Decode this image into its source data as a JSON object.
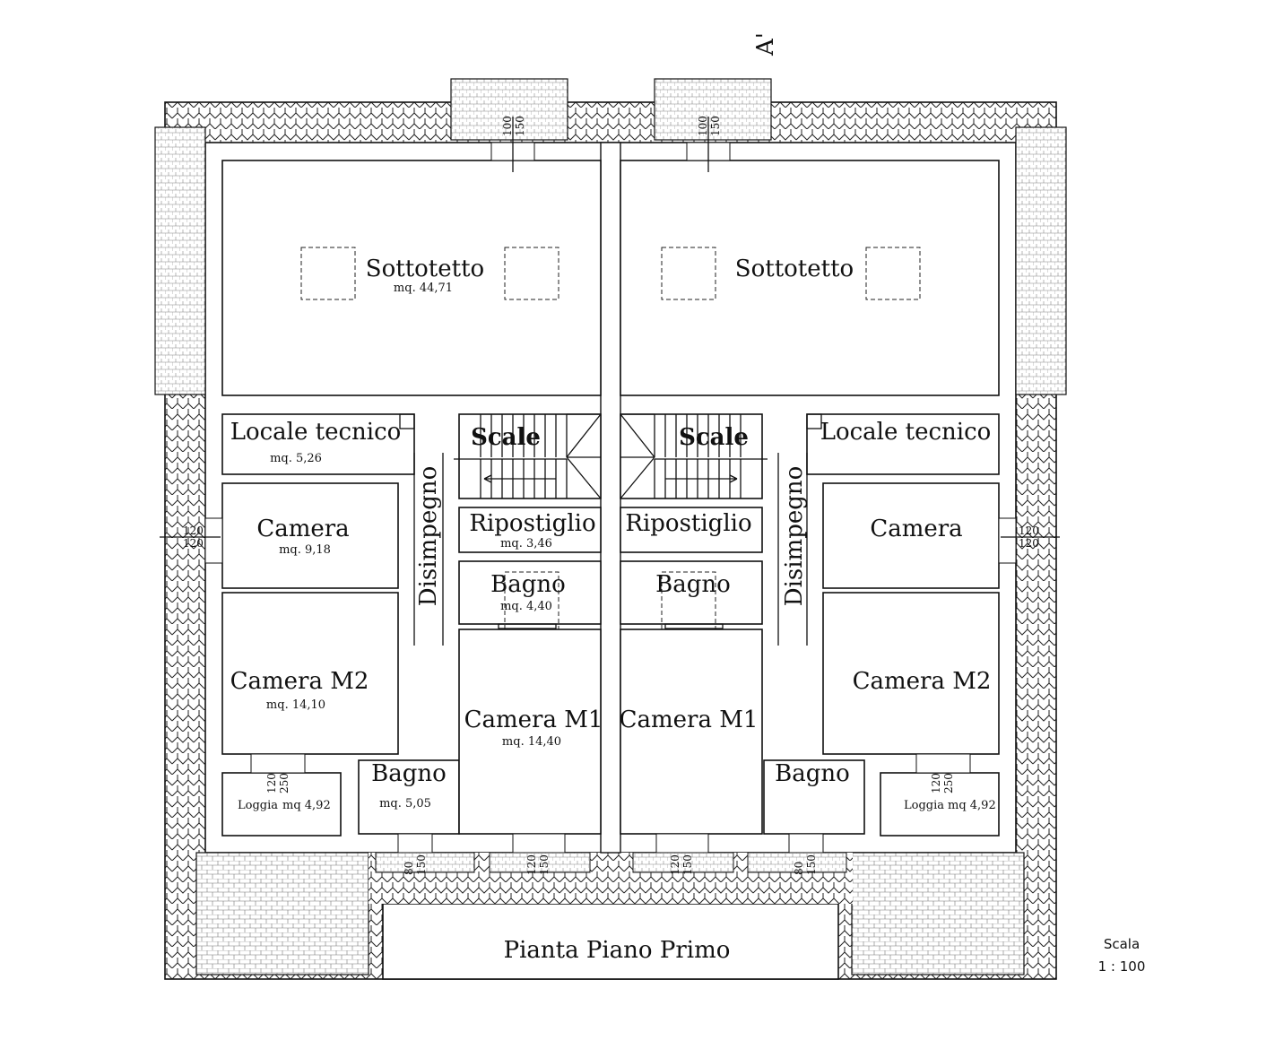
{
  "section_marker": "A'",
  "title": "Pianta Piano Primo",
  "scale": {
    "label": "Scala",
    "value": "1 : 100"
  },
  "rooms": {
    "left": {
      "sottotetto": "Sottotetto",
      "sottotetto_area": "mq. 44,71",
      "locale": "Locale tecnico",
      "locale_area": "mq. 5,26",
      "scale": "Scale",
      "ripostiglio": "Ripostiglio",
      "ripostiglio_area": "mq. 3,46",
      "disimpegno": "Disimpegno",
      "camera": "Camera",
      "camera_area": "mq. 9,18",
      "bagno_small": "Bagno",
      "bagno_small_area": "mq. 4,40",
      "camera_m2": "Camera M2",
      "camera_m2_area": "mq. 14,10",
      "camera_m1": "Camera M1",
      "camera_m1_area": "mq. 14,40",
      "bagno": "Bagno",
      "bagno_area": "mq. 5,05",
      "loggia": "Loggia",
      "loggia_area": "mq 4,92"
    },
    "right": {
      "sottotetto": "Sottotetto",
      "locale": "Locale tecnico",
      "scale": "Scale",
      "ripostiglio": "Ripostiglio",
      "disimpegno": "Disimpegno",
      "camera": "Camera",
      "bagno_small": "Bagno",
      "camera_m2": "Camera M2",
      "camera_m1": "Camera M1",
      "bagno": "Bagno",
      "loggia": "Loggia",
      "loggia_area": "mq 4,92"
    }
  },
  "dimensions": {
    "top_window_a": "100",
    "top_window_b": "150",
    "side_window_a": "120",
    "side_window_b": "120",
    "loggia_a": "120",
    "loggia_b": "250",
    "bagno_win_a": "80",
    "bagno_win_b": "150",
    "m1_win_a": "120",
    "m1_win_b": "150"
  }
}
